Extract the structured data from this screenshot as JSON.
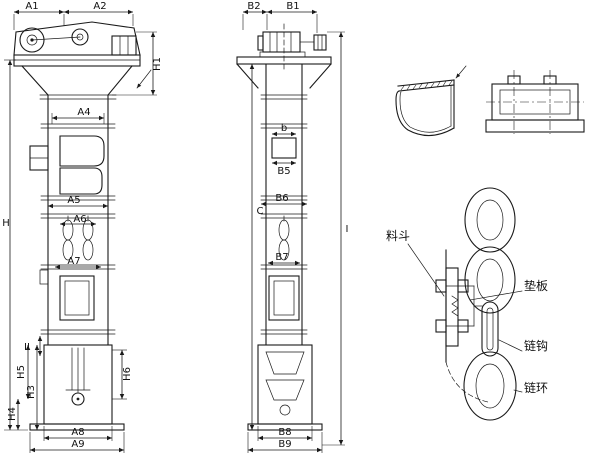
{
  "drawing": {
    "background": "#ffffff",
    "line_color": "#1a1a1a"
  },
  "front_view": {
    "labels": {
      "a1": "A1",
      "a2": "A2",
      "h1": "H1",
      "a4": "A4",
      "a5": "A5",
      "a6": "A6",
      "a7": "A7",
      "a8": "A8",
      "a9": "A9",
      "h": "H",
      "h3": "H3",
      "h4": "H4",
      "h5": "H5",
      "h6": "H6",
      "section_ii": "II"
    }
  },
  "side_view": {
    "labels": {
      "b2": "B2",
      "b1": "B1",
      "b": "b",
      "b5": "B5",
      "b6": "B6",
      "b7": "B7",
      "b8": "B8",
      "b9": "B9",
      "c": "C",
      "section_i": "I"
    }
  },
  "chain_detail": {
    "labels": {
      "hopper": "料斗",
      "pad_plate": "垫板",
      "chain_hook": "链钩",
      "chain_link": "链环"
    }
  }
}
